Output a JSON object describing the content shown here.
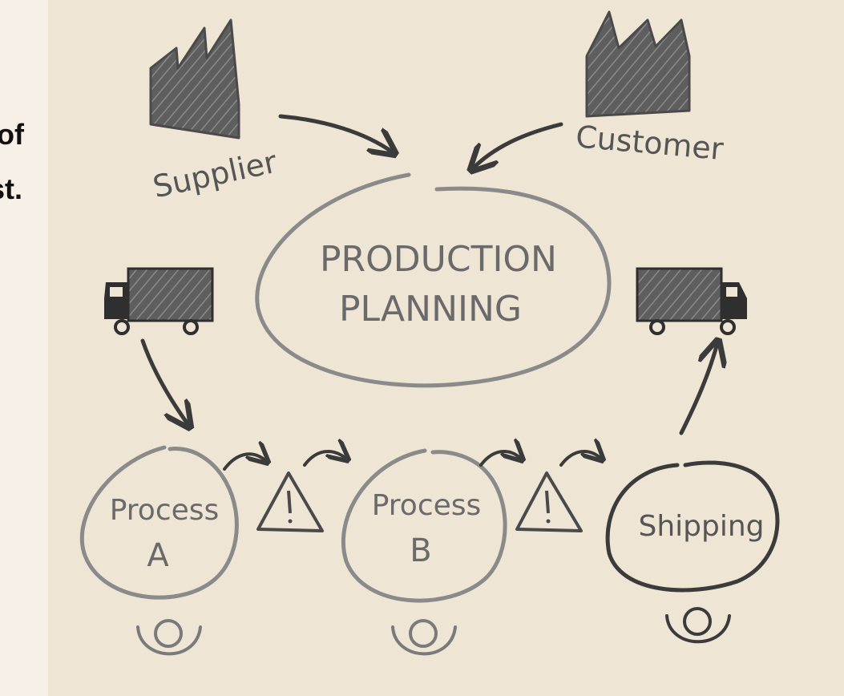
{
  "side_text": {
    "line1": "of",
    "line2": "st."
  },
  "nodes": {
    "supplier": "Supplier",
    "customer": "Customer",
    "planning_line1": "PRODUCTION",
    "planning_line2": "PLANNING",
    "process_a_line1": "Process",
    "process_a_line2": "A",
    "process_b_line1": "Process",
    "process_b_line2": "B",
    "shipping": "Shipping"
  },
  "icons": [
    "factory-icon",
    "truck-icon",
    "warning-icon",
    "person-icon",
    "arrow-icon"
  ],
  "colors": {
    "background": "#efe5d5",
    "ink_dark": "#3b3b3b",
    "ink_light": "#7a7a7a",
    "factory_fill": "#5e5e5e"
  }
}
